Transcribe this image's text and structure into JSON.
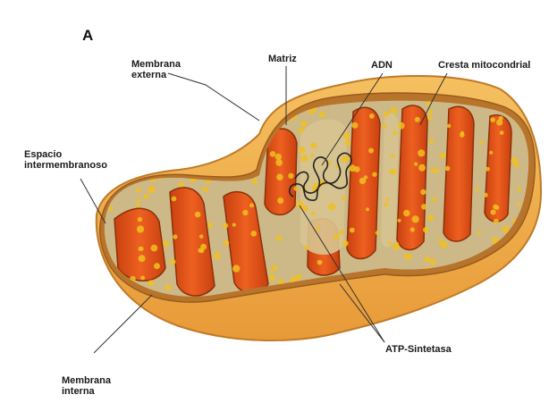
{
  "figure": {
    "panel_letter": "A",
    "labels": {
      "outer_membrane": [
        "Membrana",
        "externa"
      ],
      "matrix": "Matriz",
      "dna": "ADN",
      "crista": "Cresta mitocondrial",
      "intermembrane_space": [
        "Espacio",
        "intermembranoso"
      ],
      "inner_membrane": [
        "Membrana",
        "interna"
      ],
      "atp_synthase": "ATP-Sintetasa"
    },
    "colors": {
      "outer_shell": "#f0b048",
      "shell_shadow": "#d89030",
      "rim": "#b8742a",
      "intermembrane": "#8a4a18",
      "inner_membrane": "#e8561a",
      "inner_membrane_dark": "#b83a10",
      "matrix": "#cdb888",
      "granules": "#f0c020",
      "dna": "#222222"
    }
  }
}
